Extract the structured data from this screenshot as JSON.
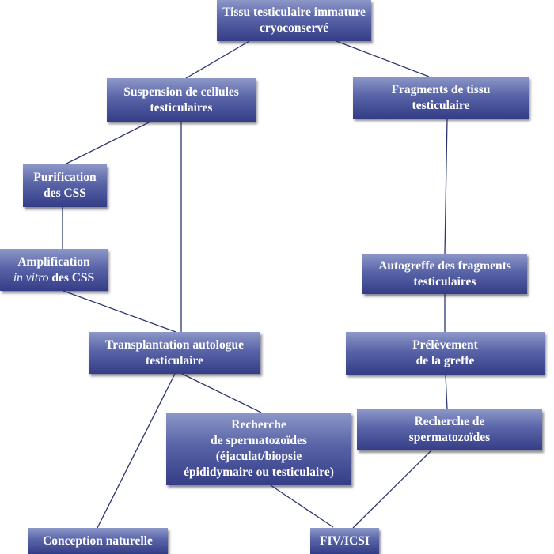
{
  "nodes": {
    "root": {
      "line1": "Tissu testiculaire immature",
      "line2": "cryoconservé"
    },
    "suspension": {
      "line1": "Suspension de cellules",
      "line2": "testiculaires"
    },
    "fragments": {
      "line1": "Fragments de tissu",
      "line2": "testiculaire"
    },
    "purification": {
      "line1": "Purification",
      "line2": "des CSS"
    },
    "amplification": {
      "line1": "Amplification",
      "line2_italic": "in vitro",
      "line2_rest": " des CSS"
    },
    "autogreffe": {
      "line1": "Autogreffe des fragments",
      "line2": "testiculaires"
    },
    "transplantation": {
      "line1": "Transplantation autologue",
      "line2": "testiculaire"
    },
    "prelevement": {
      "line1": "Prélèvement",
      "line2": "de la greffe"
    },
    "recherche_left": {
      "line1": "Recherche",
      "line2": "de spermatozoïdes",
      "line3": "(éjaculat/biopsie",
      "line4": "épididymaire ou testiculaire)"
    },
    "recherche_right": {
      "line1": "Recherche de",
      "line2": "spermatozoïdes"
    },
    "conception": {
      "line1": "Conception naturelle"
    },
    "fiv": {
      "line1": "FIV/ICSI"
    }
  }
}
